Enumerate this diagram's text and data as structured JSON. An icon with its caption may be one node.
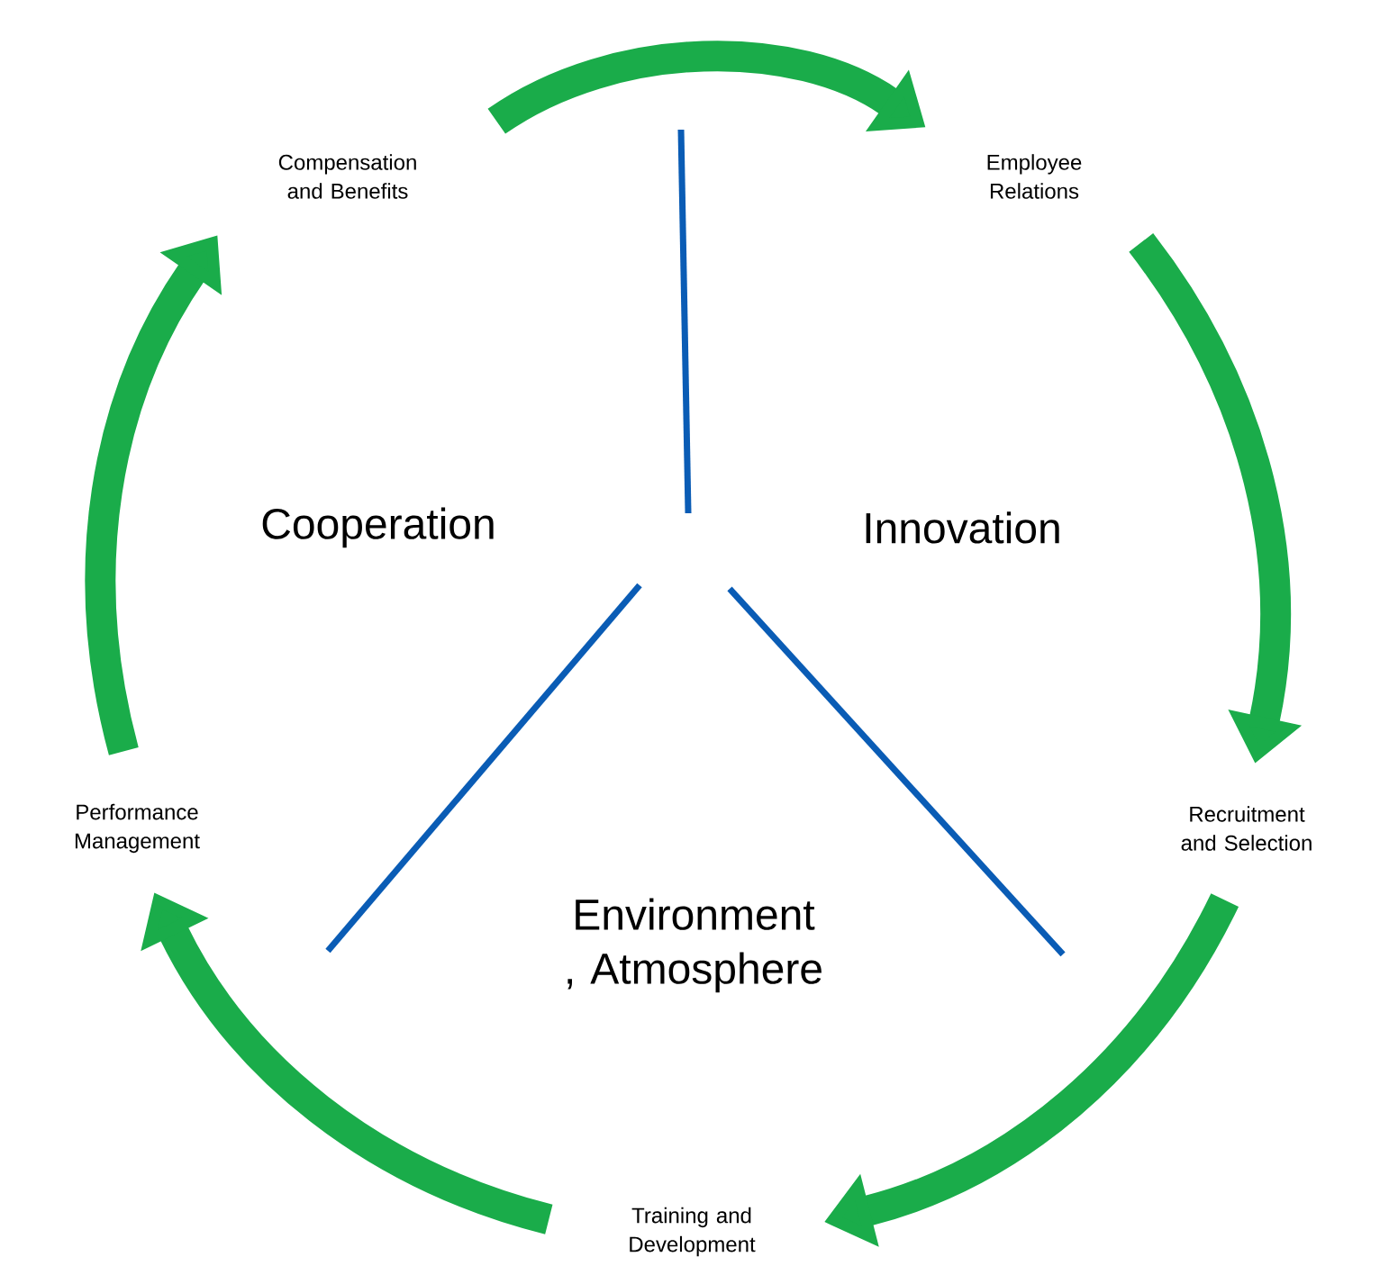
{
  "diagram": {
    "nodes": [
      {
        "text": [
          "Compensation and Benefits"
        ]
      },
      {
        "text": [
          "Employee Relations"
        ]
      },
      {
        "text": [
          "Recruitment and Selection"
        ]
      },
      {
        "text": [
          "Training and Development"
        ]
      },
      {
        "text": [
          "Performance Management"
        ]
      }
    ],
    "edges": [
      {
        "from": 0,
        "to": 1,
        "arrow": "to"
      },
      {
        "from": 1,
        "to": 2,
        "arrow": "to"
      },
      {
        "from": 2,
        "to": 3,
        "arrow": "to"
      },
      {
        "from": 3,
        "to": 4,
        "arrow": "to"
      },
      {
        "from": 4,
        "to": 0,
        "arrow": "to"
      }
    ],
    "labels": [
      "Cooperation",
      "Innovation",
      "Environment , Atmosphere"
    ]
  }
}
